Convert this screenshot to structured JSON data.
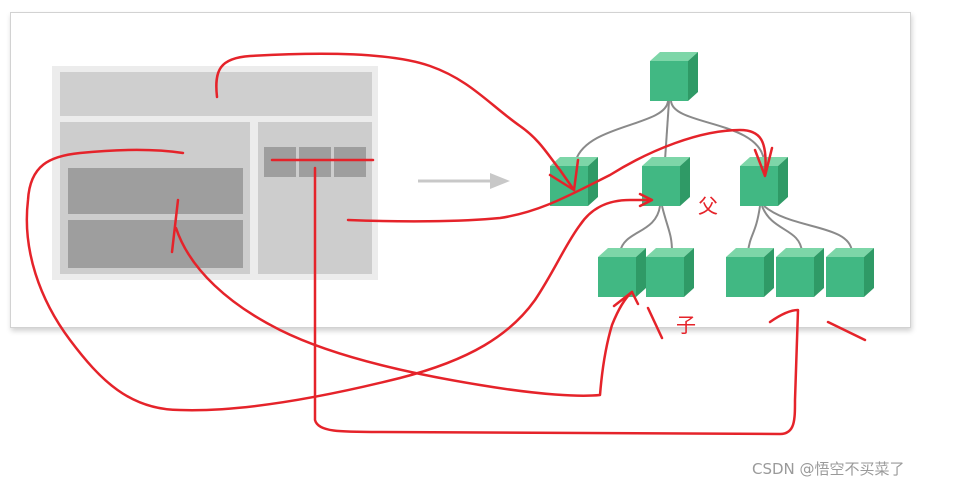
{
  "labels": {
    "parent": "父",
    "child": "子"
  },
  "watermark": {
    "text": "CSDN @悟空不买菜了"
  },
  "colors": {
    "cube_front": "#41b883",
    "cube_top": "#7dd6a8",
    "cube_side": "#2f9a66",
    "annotation_red": "#e5232a",
    "connector_gray": "#8a8a8a",
    "wireframe_light": "#cfcfcf",
    "wireframe_dark": "#9e9e9e",
    "arrow_gray": "#c8c8c8"
  },
  "icons": {
    "arrow": "right-arrow-icon",
    "node": "cube-icon"
  }
}
